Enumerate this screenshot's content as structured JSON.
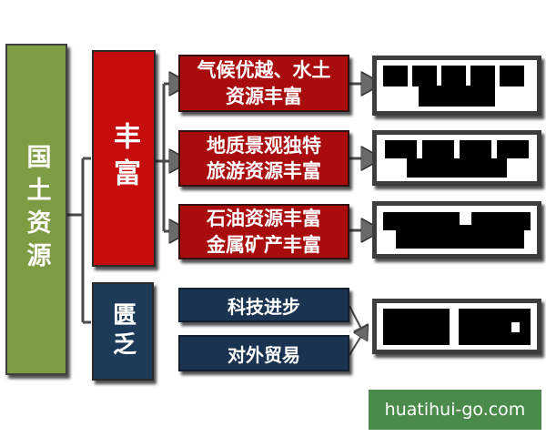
{
  "diagram": {
    "root": {
      "label": "国土资源"
    },
    "branches": {
      "rich": {
        "label": "丰富"
      },
      "scarce": {
        "label": "匮乏"
      }
    },
    "rich_items": [
      {
        "line1": "气候优越、水土",
        "line2": "资源丰富"
      },
      {
        "line1": "地质景观独特",
        "line2": "旅游资源丰富"
      },
      {
        "line1": "石油资源丰富",
        "line2": "金属矿产丰富"
      }
    ],
    "scarce_items": [
      {
        "label": "科技进步"
      },
      {
        "label": "对外贸易"
      }
    ],
    "result_boxes": [
      {
        "redacted": true
      },
      {
        "redacted": true
      },
      {
        "redacted": true
      },
      {
        "redacted": true
      }
    ],
    "watermark": "huatihui-go.com",
    "colors": {
      "root_green": "#7e9c44",
      "branch_red": "#c60d0d",
      "item_red": "#a90c0c",
      "scarce_navy": "#1a3350",
      "connector_gray": "#4a4a4a",
      "result_border": "#3d3d3d",
      "watermark_green": "#4a8a4a"
    }
  }
}
